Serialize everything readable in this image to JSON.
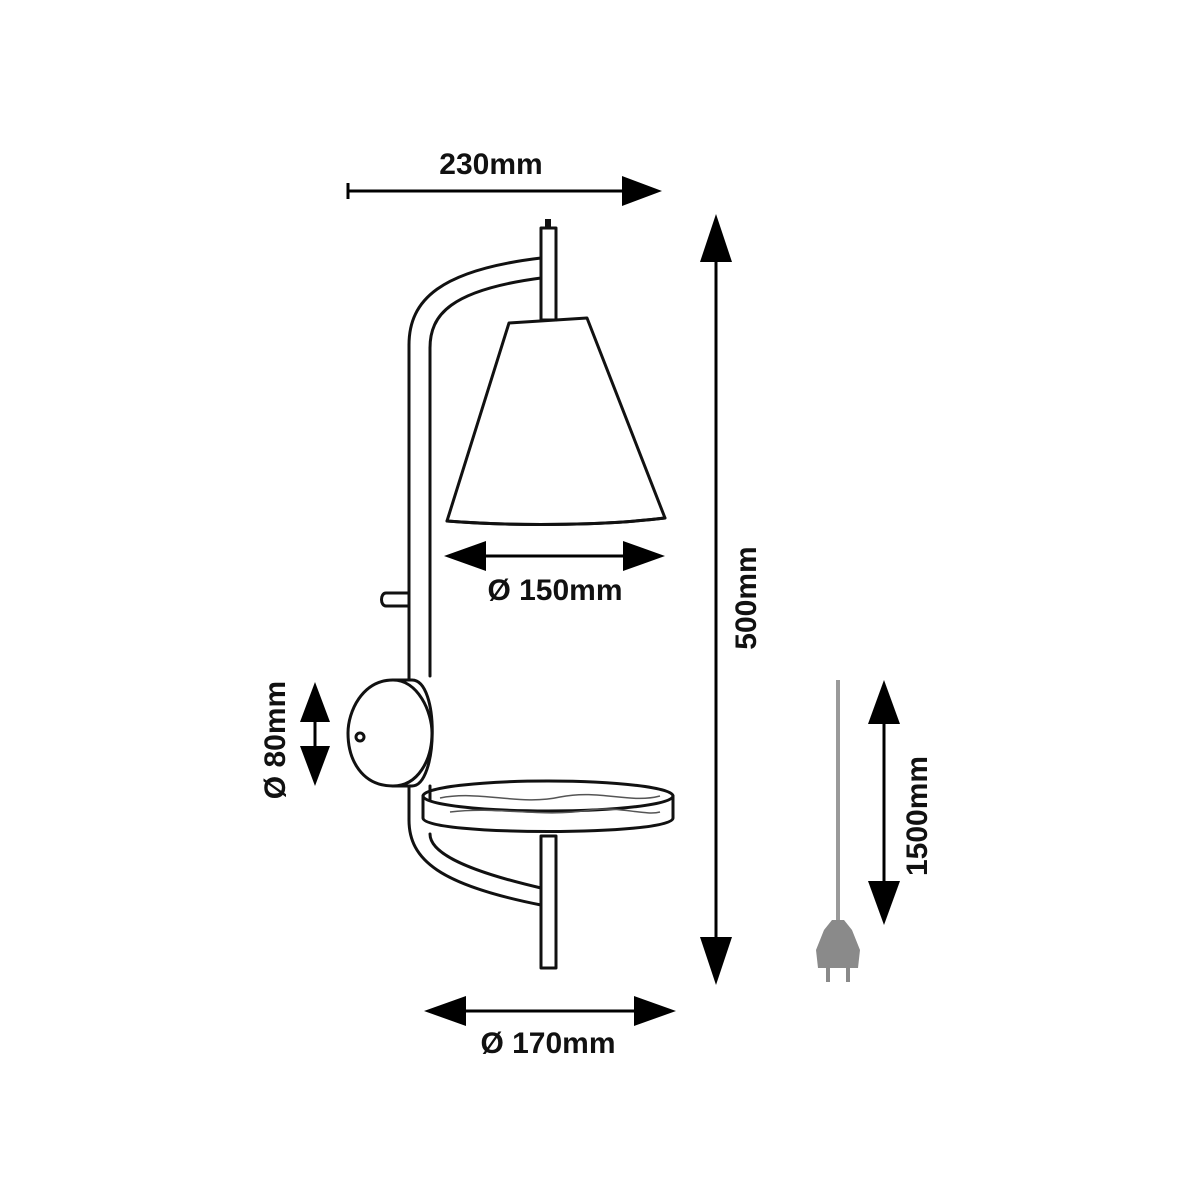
{
  "dimensions": {
    "overall_width": "230mm",
    "height": "500mm",
    "shade_diameter": "Ø 150mm",
    "base_diameter": "Ø 80mm",
    "shelf_diameter": "Ø 170mm",
    "cable_length": "1500mm"
  },
  "colors": {
    "line": "#111111",
    "cable": "#9a9a9a",
    "plug": "#8a8a8a",
    "background": "#ffffff"
  }
}
